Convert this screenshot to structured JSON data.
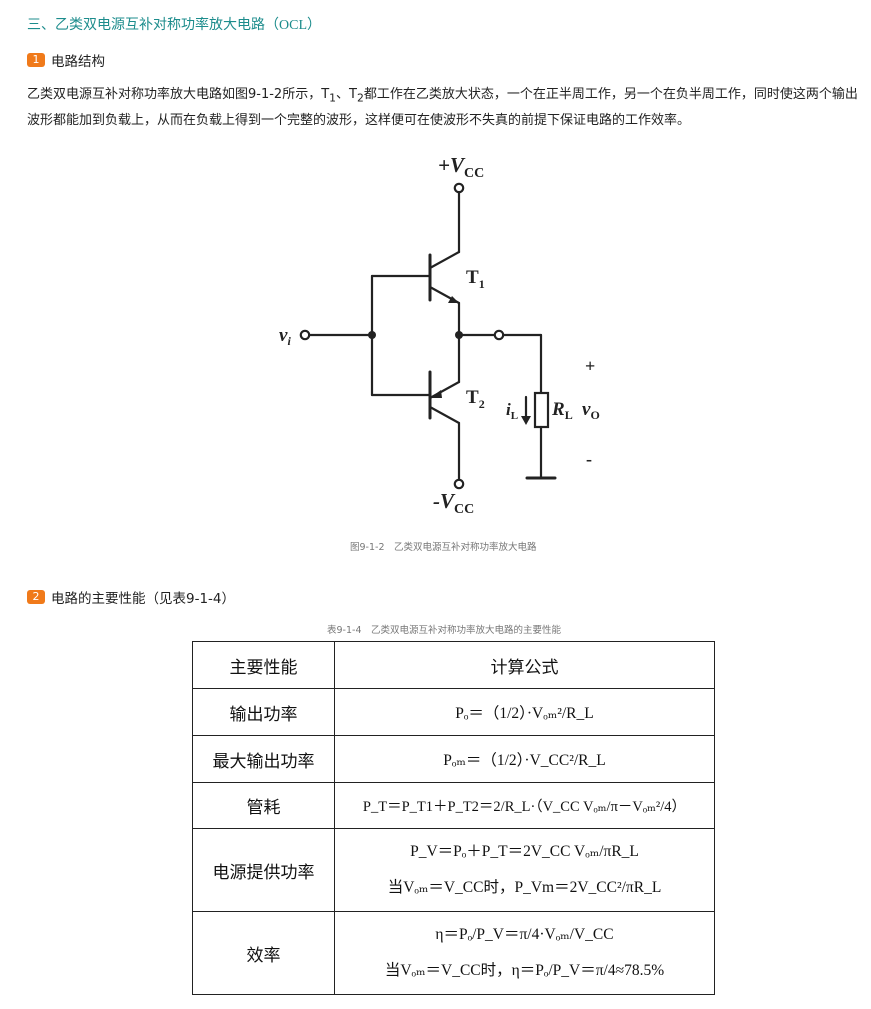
{
  "header": {
    "title_main": "三、乙类双电源互补对称功率放大电路",
    "title_paren": "（OCL）"
  },
  "section1": {
    "badge": "1",
    "title": "电路结构"
  },
  "paragraph": {
    "part1": "乙类双电源互补对称功率放大电路如图9-1-2所示，T",
    "sub1": "1",
    "part2": "、T",
    "sub2": "2",
    "part3": "都工作在乙类放大状态，一个在正半周工作，另一个在负半周工作，同时使这两个输出波形都能加到负载上，从而在负载上得到一个完整的波形，这样便可在使波形不失真的前提下保证电路的工作效率。"
  },
  "figure": {
    "caption": "图9-1-2　乙类双电源互补对称功率放大电路",
    "labels": {
      "vcc_pos_main": "+V",
      "vcc_pos_sub": "CC",
      "vcc_neg_main": "-V",
      "vcc_neg_sub": "CC",
      "t1_main": "T",
      "t1_sub": "1",
      "t2_main": "T",
      "t2_sub": "2",
      "vi_main": "v",
      "vi_sub": "i",
      "il_main": "i",
      "il_sub": "L",
      "rl_main": "R",
      "rl_sub": "L",
      "vo_main": "v",
      "vo_sub": "O",
      "plus": "+",
      "minus": "-"
    }
  },
  "section2": {
    "badge": "2",
    "title": "电路的主要性能（见表9-1-4）"
  },
  "table": {
    "caption": "表9-1-4　乙类双电源互补对称功率放大电路的主要性能",
    "header": {
      "col1": "主要性能",
      "col2": "计算公式"
    },
    "rows": [
      {
        "label": "输出功率",
        "line1": "Pₒ＝（1/2）·Vₒₘ²/R_L"
      },
      {
        "label": "最大输出功率",
        "line1": "Pₒₘ＝（1/2）·V_CC²/R_L"
      },
      {
        "label": "管耗",
        "line1": "P_T＝P_T1＋P_T2＝2/R_L·（V_CC Vₒₘ/π－Vₒₘ²/4）"
      },
      {
        "label": "电源提供功率",
        "line1": "P_V＝Pₒ＋P_T＝2V_CC Vₒₘ/πR_L",
        "line2": "当Vₒₘ＝V_CC时，P_Vm＝2V_CC²/πR_L"
      },
      {
        "label": "效率",
        "line1": "η＝Pₒ/P_V＝π/4·Vₒₘ/V_CC",
        "line2": "当Vₒₘ＝V_CC时，η＝Pₒ/P_V＝π/4≈78.5%"
      }
    ]
  }
}
